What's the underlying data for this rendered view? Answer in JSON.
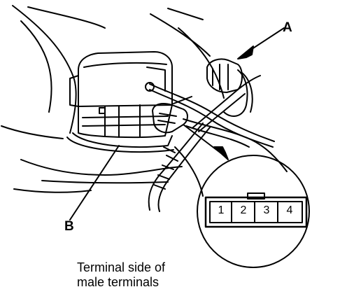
{
  "callouts": {
    "a": "A",
    "b": "B"
  },
  "caption": {
    "line1": "Terminal side of",
    "line2": "male terminals"
  },
  "connector": {
    "pins": [
      "1",
      "2",
      "3",
      "4"
    ]
  }
}
